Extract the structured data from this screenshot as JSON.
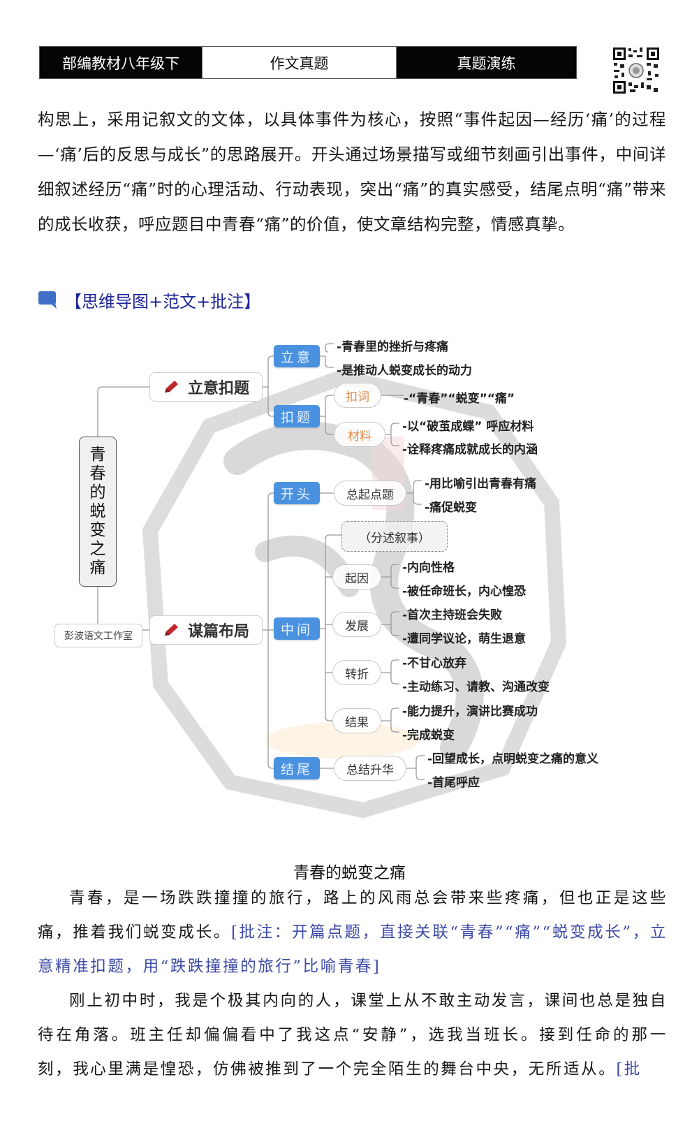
{
  "header": {
    "left_label": "部编教材八年级下",
    "center_label": "作文真题",
    "right_label": "真题演练",
    "qr_icon": "qr-code-icon"
  },
  "intro": {
    "text": "构思上，采用记叙文的文体，以具体事件为核心，按照“事件起因—经历‘痛’的过程—‘痛’后的反思与成长”的思路展开。开头通过场景描写或细节刻画引出事件，中间详细叙述经历“痛”时的心理活动、行动表现，突出“痛”的真实感受，结尾点明“痛”带来的成长收获，呼应题目中青春“痛”的价值，使文章结构完整，情感真挚。"
  },
  "section": {
    "icon": "bookmark-chat-icon",
    "title": "【思维导图+范文+批注】",
    "accent_color": "#1c2596"
  },
  "mindmap": {
    "root": [
      "青",
      "春",
      "的",
      "蜕",
      "变",
      "之",
      "痛"
    ],
    "studio_label": "彭波语文工作室",
    "colors": {
      "blue_node": "#4a92e0",
      "orange_text": "#e08a4a",
      "pencil": "#c0282d"
    },
    "branch1": {
      "label": "立意扣题",
      "liyi": {
        "label": "立意",
        "leaves": [
          "-青春里的挫折与疼痛",
          "-是推动人蜕变成长的动力"
        ]
      },
      "kouti": {
        "label": "扣题",
        "kouci": {
          "label": "扣词",
          "leaves": [
            "-“青春”“蜕变”“痛”"
          ]
        },
        "cailiao": {
          "label": "材料",
          "leaves": [
            "-以“破茧成蝶” 呼应材料",
            "-诠释疼痛成就成长的内涵"
          ]
        }
      }
    },
    "branch2": {
      "label": "谋篇布局",
      "kaitou": {
        "label": "开头",
        "sub": {
          "label": "总起点题",
          "leaves": [
            "-用比喻引出青春有痛",
            "-痛促蜕变"
          ]
        }
      },
      "zhongjian": {
        "label": "中间",
        "note": "（分述叙事）",
        "qiyin": {
          "label": "起因",
          "leaves": [
            "-内向性格",
            "-被任命班长，内心惶恐"
          ]
        },
        "fazhan": {
          "label": "发展",
          "leaves": [
            "-首次主持班会失败",
            "-遭同学议论，萌生退意"
          ]
        },
        "zhuanzhe": {
          "label": "转折",
          "leaves": [
            "-不甘心放弃",
            "-主动练习、请教、沟通改变"
          ]
        },
        "jieguo": {
          "label": "结果",
          "leaves": [
            "-能力提升，演讲比赛成功",
            "-完成蜕变"
          ]
        }
      },
      "jiewei": {
        "label": "结尾",
        "sub": {
          "label": "总结升华",
          "leaves": [
            "-回望成长，点明蜕变之痛的意义",
            "-首尾呼应"
          ]
        }
      }
    }
  },
  "essay": {
    "title": "青春的蜕变之痛",
    "p1_text": "青春，是一场跌跌撞撞的旅行，路上的风雨总会带来些疼痛，但也正是这些痛，推着我们蜕变成长。",
    "p1_note": "[批注：开篇点题，直接关联“青春”“痛”“蜕变成长”，立意精准扣题，用“跌跌撞撞的旅行”比喻青春]",
    "p2_text": "刚上初中时，我是个极其内向的人，课堂上从不敢主动发言，课间也总是独自待在角落。班主任却偏偏看中了我这点“安静”，选我当班长。接到任命的那一刻，我心里满是惶恐，仿佛被推到了一个完全陌生的舞台中央，无所适从。",
    "p2_note": "[批"
  }
}
